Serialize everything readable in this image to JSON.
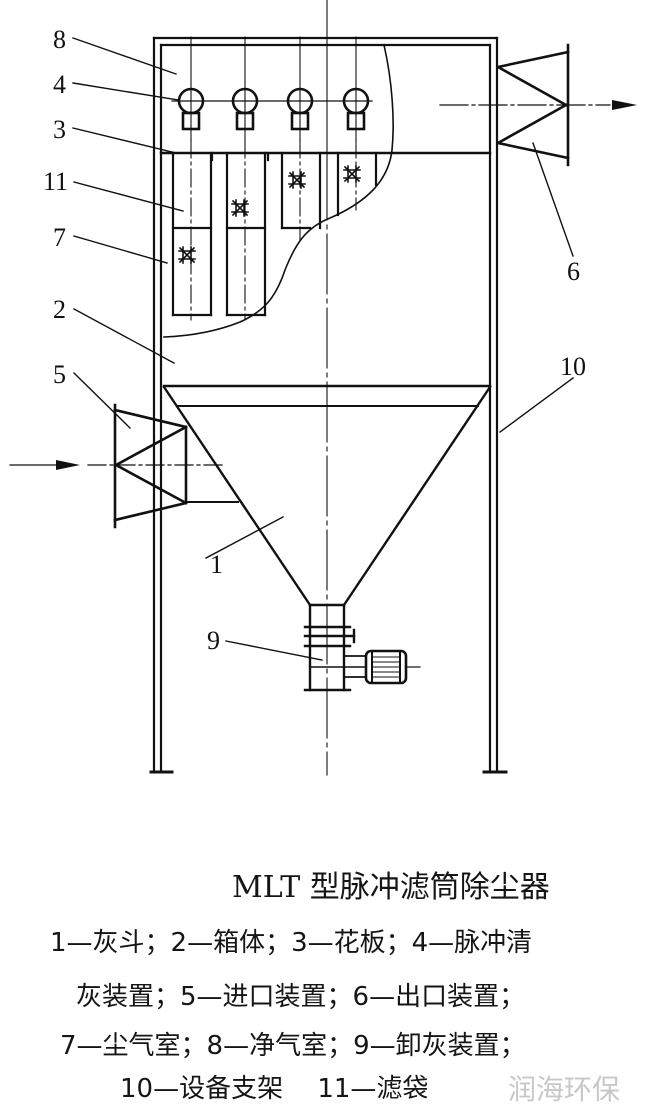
{
  "diagram": {
    "title": "MLT 型脉冲滤筒除尘器",
    "type": "technical-schematic",
    "callouts": [
      {
        "id": "8",
        "label": "8"
      },
      {
        "id": "4",
        "label": "4"
      },
      {
        "id": "3",
        "label": "3"
      },
      {
        "id": "11",
        "label": "11"
      },
      {
        "id": "7",
        "label": "7"
      },
      {
        "id": "2",
        "label": "2"
      },
      {
        "id": "5",
        "label": "5"
      },
      {
        "id": "6",
        "label": "6"
      },
      {
        "id": "10",
        "label": "10"
      },
      {
        "id": "1",
        "label": "1"
      },
      {
        "id": "9",
        "label": "9"
      }
    ]
  },
  "legend": {
    "line1": "1—灰斗；2—箱体；3—花板；4—脉冲清",
    "line2": "灰装置；5—进口装置；6—出口装置；",
    "line3": "7—尘气室；8—净气室；9—卸灰装置；",
    "line4": "10—设备支架　 11—滤袋",
    "items": [
      {
        "num": "1",
        "name": "灰斗"
      },
      {
        "num": "2",
        "name": "箱体"
      },
      {
        "num": "3",
        "name": "花板"
      },
      {
        "num": "4",
        "name": "脉冲清灰装置"
      },
      {
        "num": "5",
        "name": "进口装置"
      },
      {
        "num": "6",
        "name": "出口装置"
      },
      {
        "num": "7",
        "name": "尘气室"
      },
      {
        "num": "8",
        "name": "净气室"
      },
      {
        "num": "9",
        "name": "卸灰装置"
      },
      {
        "num": "10",
        "name": "设备支架"
      },
      {
        "num": "11",
        "name": "滤袋"
      }
    ]
  },
  "watermark": "润海环保"
}
